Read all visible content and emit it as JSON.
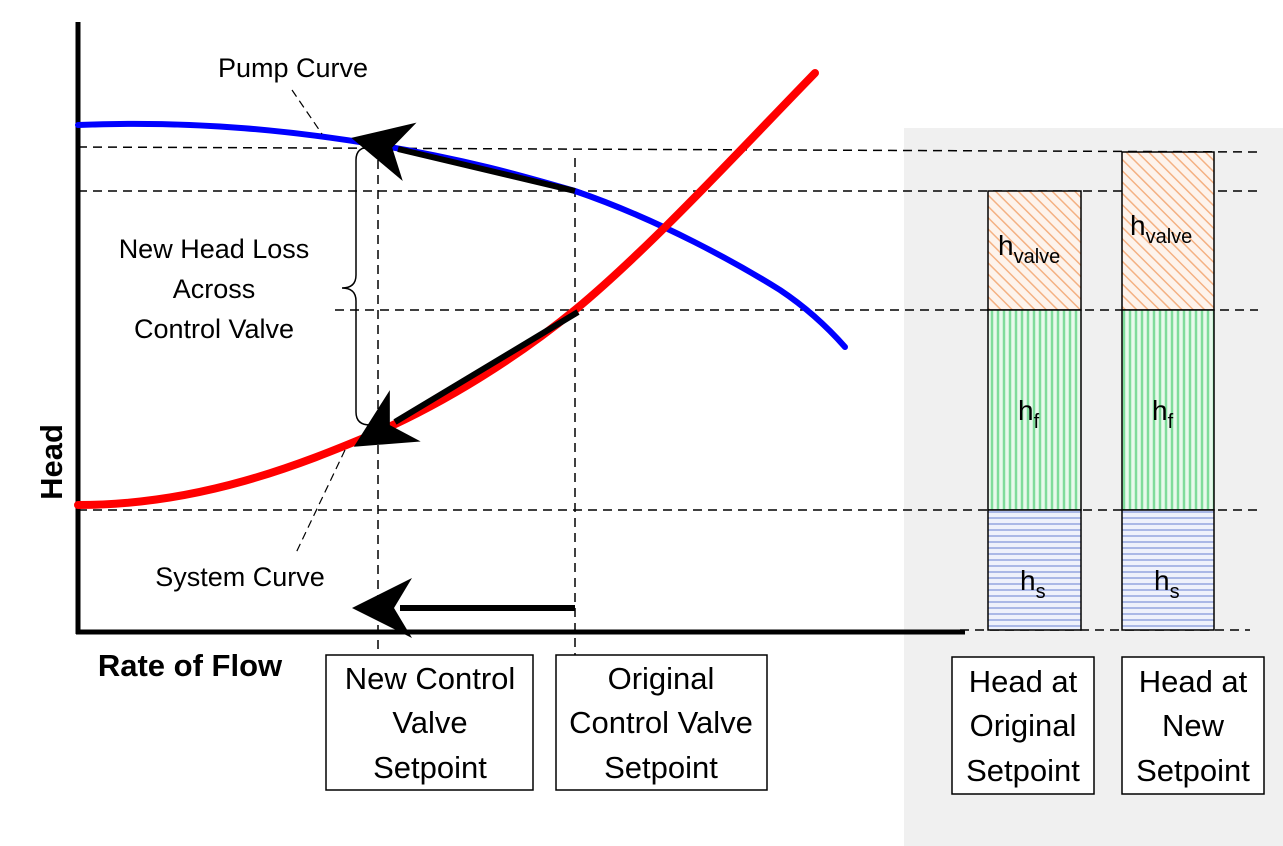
{
  "axes": {
    "y_label": "Head",
    "x_label": "Rate of Flow"
  },
  "curves": {
    "pump_label": "Pump Curve",
    "system_label": "System Curve",
    "pump_color": "#0000ff",
    "system_color": "#ff0000"
  },
  "brace_label": {
    "line1": "New Head Loss",
    "line2": "Across",
    "line3": "Control Valve"
  },
  "setpoint_boxes": {
    "new": {
      "line1": "New Control",
      "line2": "Valve",
      "line3": "Setpoint"
    },
    "original": {
      "line1": "Original",
      "line2": "Control Valve",
      "line3": "Setpoint"
    }
  },
  "bars": {
    "original": {
      "caption": {
        "line1": "Head at",
        "line2": "Original",
        "line3": "Setpoint"
      },
      "segments": [
        {
          "symbol": "h",
          "sub": "valve"
        },
        {
          "symbol": "h",
          "sub": "f"
        },
        {
          "symbol": "h",
          "sub": "s"
        }
      ]
    },
    "new": {
      "caption": {
        "line1": "Head at",
        "line2": "New",
        "line3": "Setpoint"
      },
      "segments": [
        {
          "symbol": "h",
          "sub": "valve"
        },
        {
          "symbol": "h",
          "sub": "f"
        },
        {
          "symbol": "h",
          "sub": "s"
        }
      ]
    }
  },
  "colors": {
    "panel_bg": "#f0f0f0",
    "valve_hatch": "#f4b183",
    "friction_hatch": "#7fdc9b",
    "static_hatch": "#aab8e6"
  }
}
